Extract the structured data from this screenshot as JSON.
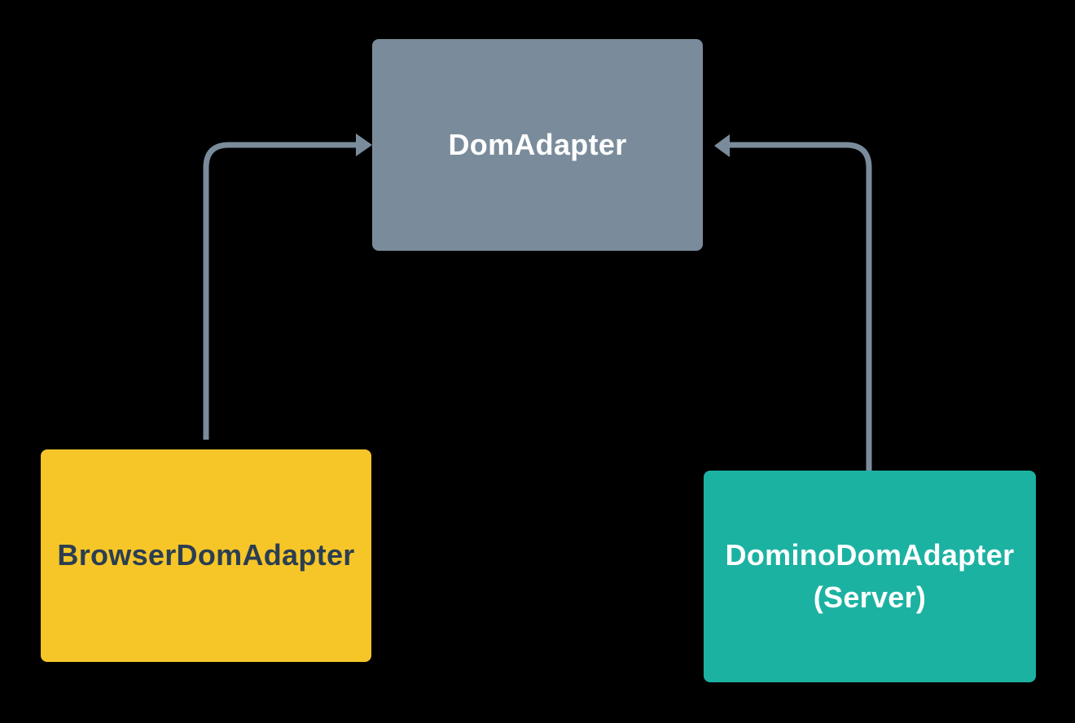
{
  "page": {
    "background_color": "#000000"
  },
  "diagram": {
    "connector_color": "#7A8C9B",
    "nodes": {
      "domAdapter": {
        "label": "DomAdapter",
        "fill": "#7A8C9B",
        "text_color": "#FFFFFF"
      },
      "browserDomAdapter": {
        "label": "BrowserDomAdapter",
        "fill": "#F6C628",
        "text_color": "#2B3E51"
      },
      "dominoDomAdapter": {
        "label_line1": "DominoDomAdapter",
        "label_line2": "(Server)",
        "fill": "#1CB2A2",
        "text_color": "#FFFFFF"
      }
    },
    "edges": [
      {
        "from": "BrowserDomAdapter",
        "to": "DomAdapter",
        "direction": "arrow points into left side of DomAdapter"
      },
      {
        "from": "DominoDomAdapter (Server)",
        "to": "DomAdapter",
        "direction": "arrow points into right side of DomAdapter"
      }
    ]
  }
}
